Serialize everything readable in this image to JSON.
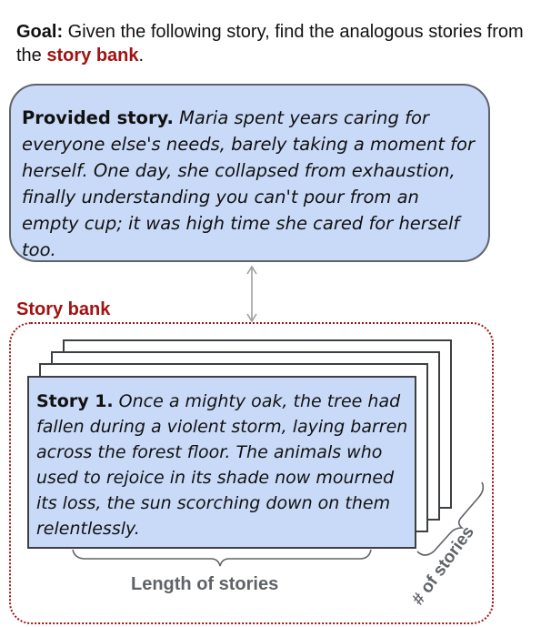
{
  "goal": {
    "label": "Goal:",
    "text_before": " Given the following story, find the analogous stories from the ",
    "highlight": "story bank",
    "text_after": "."
  },
  "provided_story": {
    "title": "Provided story.",
    "text": " Maria spent years caring for everyone else's needs, barely taking a moment for herself. One day, she collapsed from exhaustion, finally understanding you can't pour from an empty cup; it was high time she cared for herself too."
  },
  "story_bank": {
    "label": "Story bank",
    "story1": {
      "title": "Story 1.",
      "text": " Once a mighty oak, the tree had fallen during a violent storm, laying barren across the forest floor. The animals who used to rejoice in its shade now mourned its loss, the sun scorching down on them relentlessly."
    },
    "length_label": "Length of stories",
    "count_label": "# of stories"
  },
  "colors": {
    "card_fill": "#c9daf8",
    "accent_red": "#a11212",
    "gray_text": "#5f6368"
  }
}
